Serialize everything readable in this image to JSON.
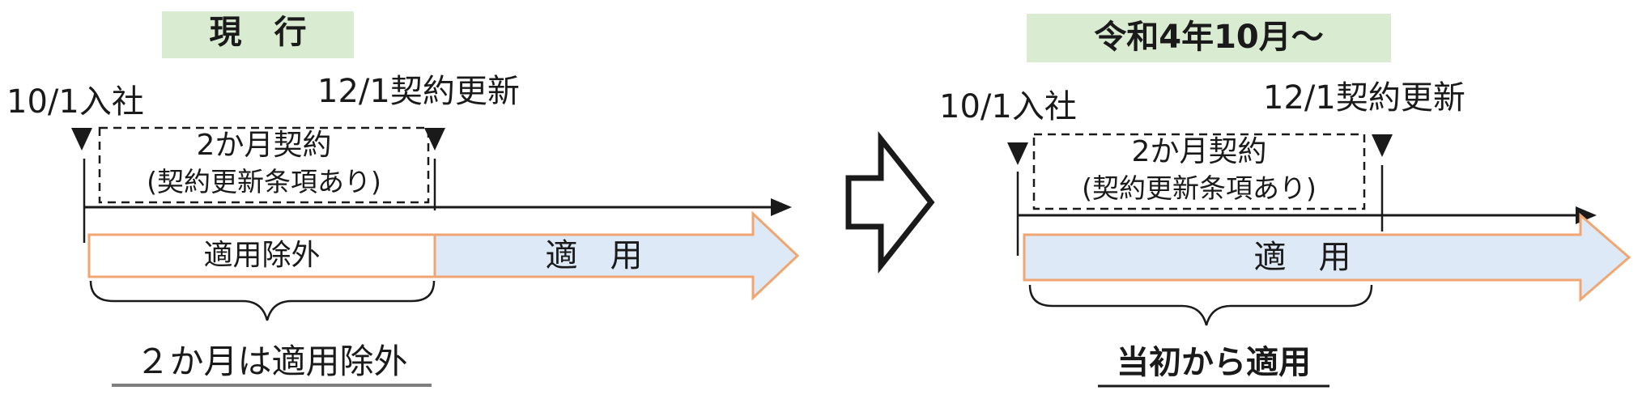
{
  "left": {
    "header": "現　行",
    "start_label": "10/1入社",
    "renewal_label": "12/1契約更新",
    "contract_line1": "2か月契約",
    "contract_line2": "(契約更新条項あり)",
    "excluded_bar": "適用除外",
    "applied_bar": "適　用",
    "summary": "２か月は適用除外"
  },
  "right": {
    "header": "令和4年10月～",
    "start_label": "10/1入社",
    "renewal_label": "12/1契約更新",
    "contract_line1": "2か月契約",
    "contract_line2": "(契約更新条項あり)",
    "applied_bar": "適　用",
    "summary": "当初から適用"
  },
  "colors": {
    "header_bg": "#d9ecd1",
    "bar_fill": "#dde9f6",
    "bar_border": "#f0a672",
    "line": "#1a1a1a"
  }
}
